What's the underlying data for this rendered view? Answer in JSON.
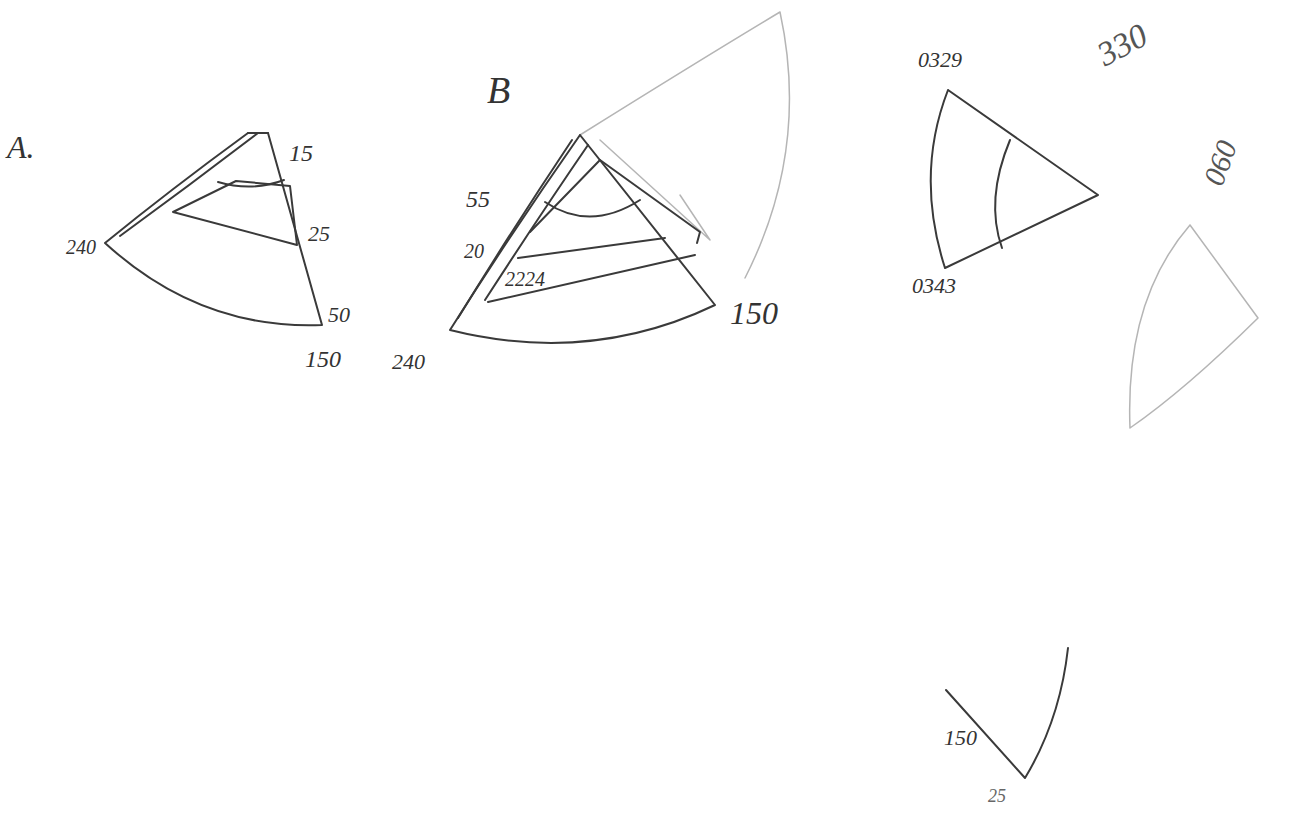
{
  "diagram": {
    "labels": [
      "A.",
      "15",
      "25",
      "240",
      "50",
      "150",
      "B",
      "55",
      "20",
      "2224",
      "150",
      "240",
      "0329",
      "0343",
      "330",
      "060",
      "150",
      "25"
    ]
  }
}
